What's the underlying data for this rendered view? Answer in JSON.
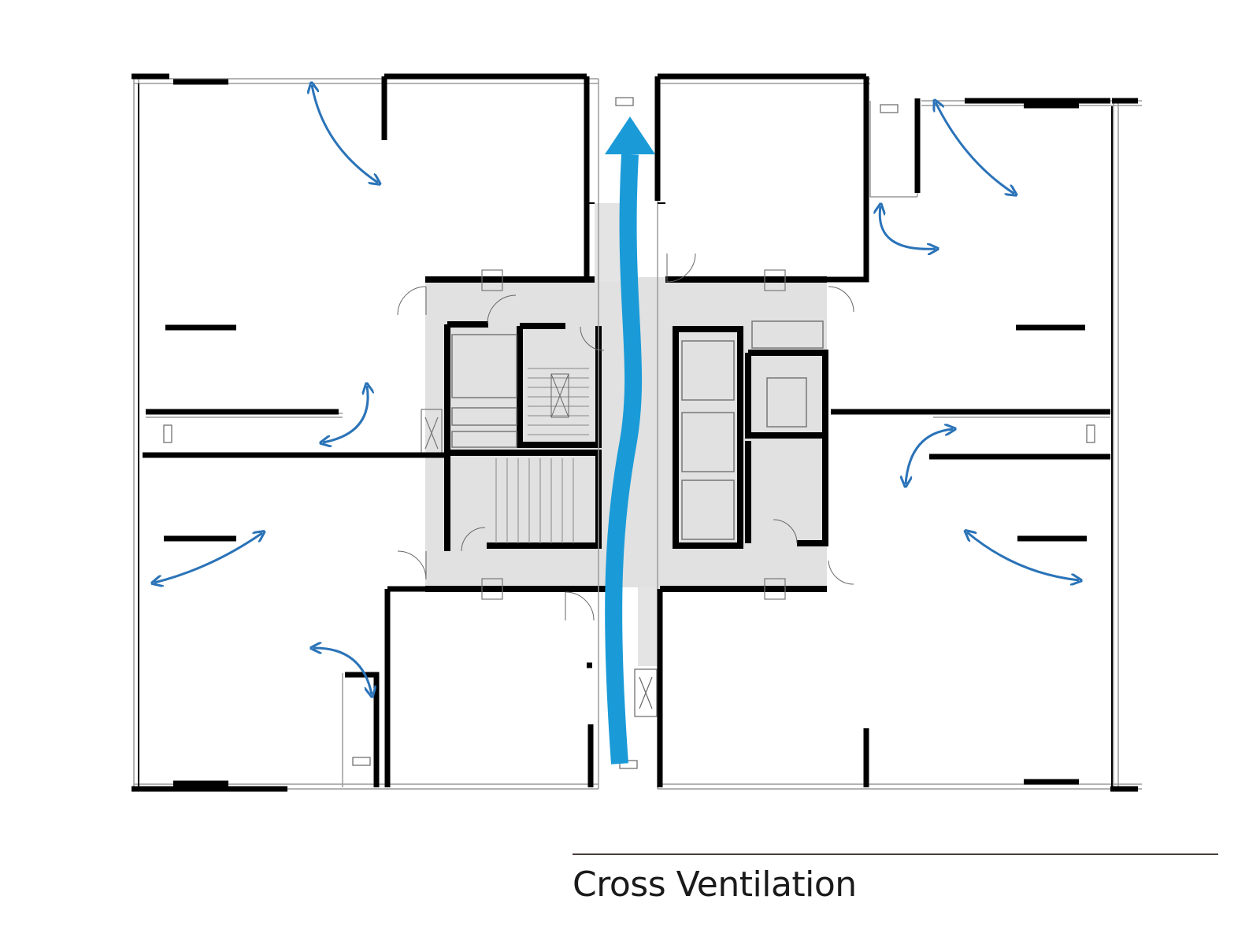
{
  "caption": {
    "text": "Cross Ventilation"
  },
  "colors": {
    "wall": "#000000",
    "thin_line": "#9a9a9a",
    "core_fill": "#e1e1e1",
    "airflow_main": "#1a9bd8",
    "airflow_arrows": "#2a73b8"
  },
  "legend_icons": [
    "main-airflow-arrow",
    "ventilation-arrow"
  ]
}
